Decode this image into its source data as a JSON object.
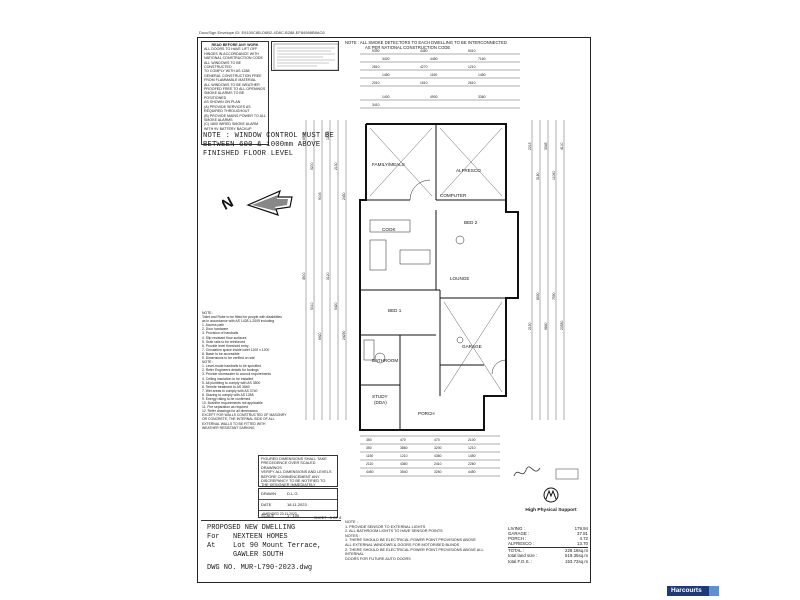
{
  "header": {
    "docusign_id": "DocuSign Envelope ID: E9100C8B-D6B2-4D8C-B288-EF84988B8AC6",
    "top_note_line1": "NOTE : ALL SMOKE DETECTORS TO EACH DWELLING TO BE INTERCONNECTED",
    "top_note_line2": "AS PER NATIONAL CONSTRUCTION CODE"
  },
  "design_notes": {
    "title": "READ BEFORE ANY WORK",
    "lines": [
      "ALL DOORS TO HAVE LIFT OFF HINGES IN ACCORDANCE WITH",
      "NATIONAL CONSTRUCTION CODE",
      "ALL WINDOWS TO BE CONSTRUCTED",
      "TO COMPLY WITH AS 1288",
      "GENERAL CONSTRUCTION FREE",
      "FROM FLAMMABLE MATERIAL",
      "ALL WINDOWS TO BE WEATHER",
      "PROOFED FREE TO ALL OPENINGS",
      "SMOKE ALARMS TO BE POSITIONED",
      "AS SHOWN ON PLAN",
      "(A) PROVIDE SERVICES AS",
      "REQUIRED THROUGHOUT",
      "(B) PROVIDE MAINS POWER TO ALL",
      "SMOKE ALARMS",
      "(C) 1800 WIRED SMOKE ALARM",
      "WITH 9V BATTERY BACKUP"
    ]
  },
  "window_note": {
    "line1": "NOTE : WINDOW CONTROL MUST BE",
    "line2": "BETWEEN 600 & 1000mm ABOVE",
    "line3": "FINISHED FLOOR LEVEL"
  },
  "left_notes": [
    "NOTE :",
    "Toilet and Robe to be fitted for people with disabilities",
    "as in accordance with AS 1428.1-2009 including",
    "1. Access path",
    "2. Door hardware",
    "3. Provision of handrails",
    "4. Slip resistant floor surfaces",
    "5. Grab rails to be reinforced",
    "6. Provide level threshold entry",
    "7. Circulation space inside toilet 1200 x 1200",
    "8. Basin to be accessible",
    "9. Dimensions to be verified on site",
    "NOTE :",
    "1. Level-mode handrails to be specified",
    "2. Refer Engineers details for footings",
    "3. Provide stormwater to council requirements",
    "4. Ceiling insulation to be installed",
    "5. All plumbing to comply with AS 3500",
    "6. Termite treatment to AS 3660",
    "7. Wet areas to comply with AS 3740",
    "8. Glazing to comply with AS 1288",
    "9. Energy rating to be confirmed",
    "10. Bushfire requirements not applicable",
    "11. Fire separation as required",
    "12. Refer drawings for all dimensions",
    "EXCEPT FOR WALLS CONSTRUCTED OF MASONRY",
    "OR CONCRETE, THE INTERNAL SIDE OF ALL",
    "EXTERNAL WALLS TO BE FITTED WITH",
    "WEATHER RESISTANT SARKING"
  ],
  "precedence": {
    "lines": [
      "FIGURED DIMENSIONS SHALL TAKE",
      "PRECEDENCE OVER SCALED DRAWINGS",
      "VERIFY ALL DIMENSIONS AND LEVELS",
      "BEFORE COMMENCEMENT ANY",
      "DISCREPANCY TO BE NOTIFIED TO",
      "THE DESIGNER IMMEDIATELY"
    ]
  },
  "title_block": {
    "drawn_label": "DRAWN",
    "drawn_value": "D.L.G.",
    "date_label": "DATE",
    "date_value": "18.11.2023",
    "scale_label": "SCALE",
    "scale_value": "1 : 100",
    "amended": "AMENDED 23.11.2023",
    "sheet": "SHEET : 3 OF 8"
  },
  "project": {
    "line1": "PROPOSED NEW DWELLING",
    "line2_label": "For",
    "line2_value": "NEXTEEN HOMES",
    "line3_label": "At",
    "line3_value": "Lot 90 Mount Terrace,",
    "line4_value": "GAWLER SOUTH",
    "dwg": "DWG NO. MUR-L790-2023.dwg"
  },
  "bottom_notes": [
    "NOTE :",
    "1. PROVIDE SENSOR TO EXTERNAL LIGHTS",
    "2. ALL BATHROOM LIGHTS TO HAVE SENSOR POINTS",
    "NOTES :",
    "1. THERE SHOULD BE ELECTRICAL POWER POINT PROVISIONS ABOVE",
    "ALL EXTERNAL WINDOWS & DOORS FOR MOTORISED BLINDS",
    "2. THERE SHOULD BE ELECTRICAL POWER POINT PROVISIONS ABOVE ALL INTERNAL",
    "DOORS FOR FUTURE AUTO DOORS"
  ],
  "logo": {
    "name": "High Physical Support"
  },
  "areas": {
    "rows": [
      {
        "label": "LIVING :",
        "value": "179.94"
      },
      {
        "label": "GARAGE :",
        "value": "37.81"
      },
      {
        "label": "PORCH :",
        "value": "4.72"
      },
      {
        "label": "ALFRESCO :",
        "value": "13.70"
      },
      {
        "label": "TOTAL :",
        "value": "229.18sq.m"
      },
      {
        "label": "total land size :",
        "value": "519.35sq.m"
      },
      {
        "label": "total F.O.S. :",
        "value": "153.72sq.m"
      }
    ]
  },
  "rooms": {
    "family_meals": "FAMILY/MEALS",
    "alfresco": "ALFRESCO",
    "computer": "COMPUTER",
    "bed2": "BED 2",
    "cook": "COOK",
    "lounge": "LOUNGE",
    "bed1": "BED 1",
    "garage": "GARAGE",
    "bathroom": "BATHROOM",
    "study": "STUDY",
    "study_sub": "(DDA)",
    "porch": "PORCH"
  },
  "dims": {
    "top": [
      "9390",
      "4450",
      "5010",
      "3420",
      "4450",
      "7160",
      "2810",
      "4270",
      "1210",
      "1450",
      "1150",
      "1450",
      "2010",
      "1610",
      "2610",
      "1400",
      "4900",
      "3360",
      "3410"
    ],
    "bottom": [
      "350",
      "470",
      "470",
      "2100",
      "350",
      "3860",
      "3200",
      "1210",
      "1150",
      "1210",
      "4360",
      "1450",
      "2110",
      "4360",
      "2410",
      "2260",
      "4450",
      "3540",
      "3260",
      "4450"
    ],
    "left": [
      "6500",
      "5200",
      "9005",
      "11000",
      "2130",
      "2430",
      "4500",
      "5010",
      "6920",
      "3120",
      "5420",
      "24290"
    ],
    "right": [
      "2215",
      "3180",
      "3545",
      "11060",
      "4100",
      "2150",
      "8530",
      "9840",
      "7590",
      "23550"
    ]
  },
  "chart_data": {
    "type": "table",
    "title": "",
    "rows": [
      [
        "LIVING :",
        "179.94"
      ],
      [
        "GARAGE :",
        "37.81"
      ],
      [
        "PORCH :",
        "4.72"
      ],
      [
        "ALFRESCO :",
        "13.70"
      ],
      [
        "TOTAL :",
        "229.18sq.m"
      ],
      [
        "total land size :",
        "519.35sq.m"
      ],
      [
        "total F.O.S. :",
        "153.72sq.m"
      ]
    ]
  },
  "footer": {
    "brand": "Harcourts"
  }
}
